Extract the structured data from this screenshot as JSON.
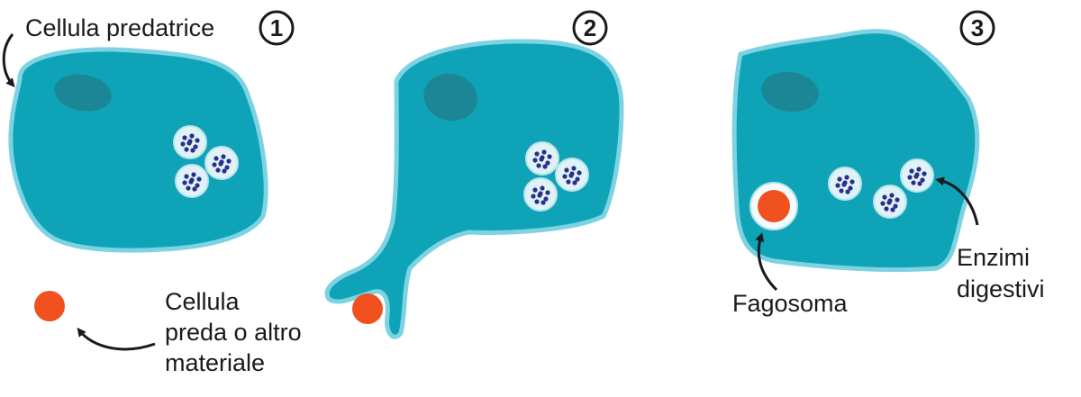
{
  "steps": [
    "1",
    "2",
    "3"
  ],
  "labels": {
    "predator": "Cellula predatrice",
    "prey_line1": "Cellula",
    "prey_line2": "preda o altro",
    "prey_line3": "materiale",
    "phagosome": "Fagosoma",
    "enzymes_line1": "Enzimi",
    "enzymes_line2": "digestivi"
  },
  "colors": {
    "cell_fill": "#0fa3b8",
    "cell_border": "#7ed3e3",
    "nucleus": "#1b8796",
    "vesicle_fill": "#dff3f7",
    "vesicle_border": "#b8e3ec",
    "enzyme_dot": "#2b2e8c",
    "prey": "#f0511e",
    "text": "#1a1a1a"
  }
}
